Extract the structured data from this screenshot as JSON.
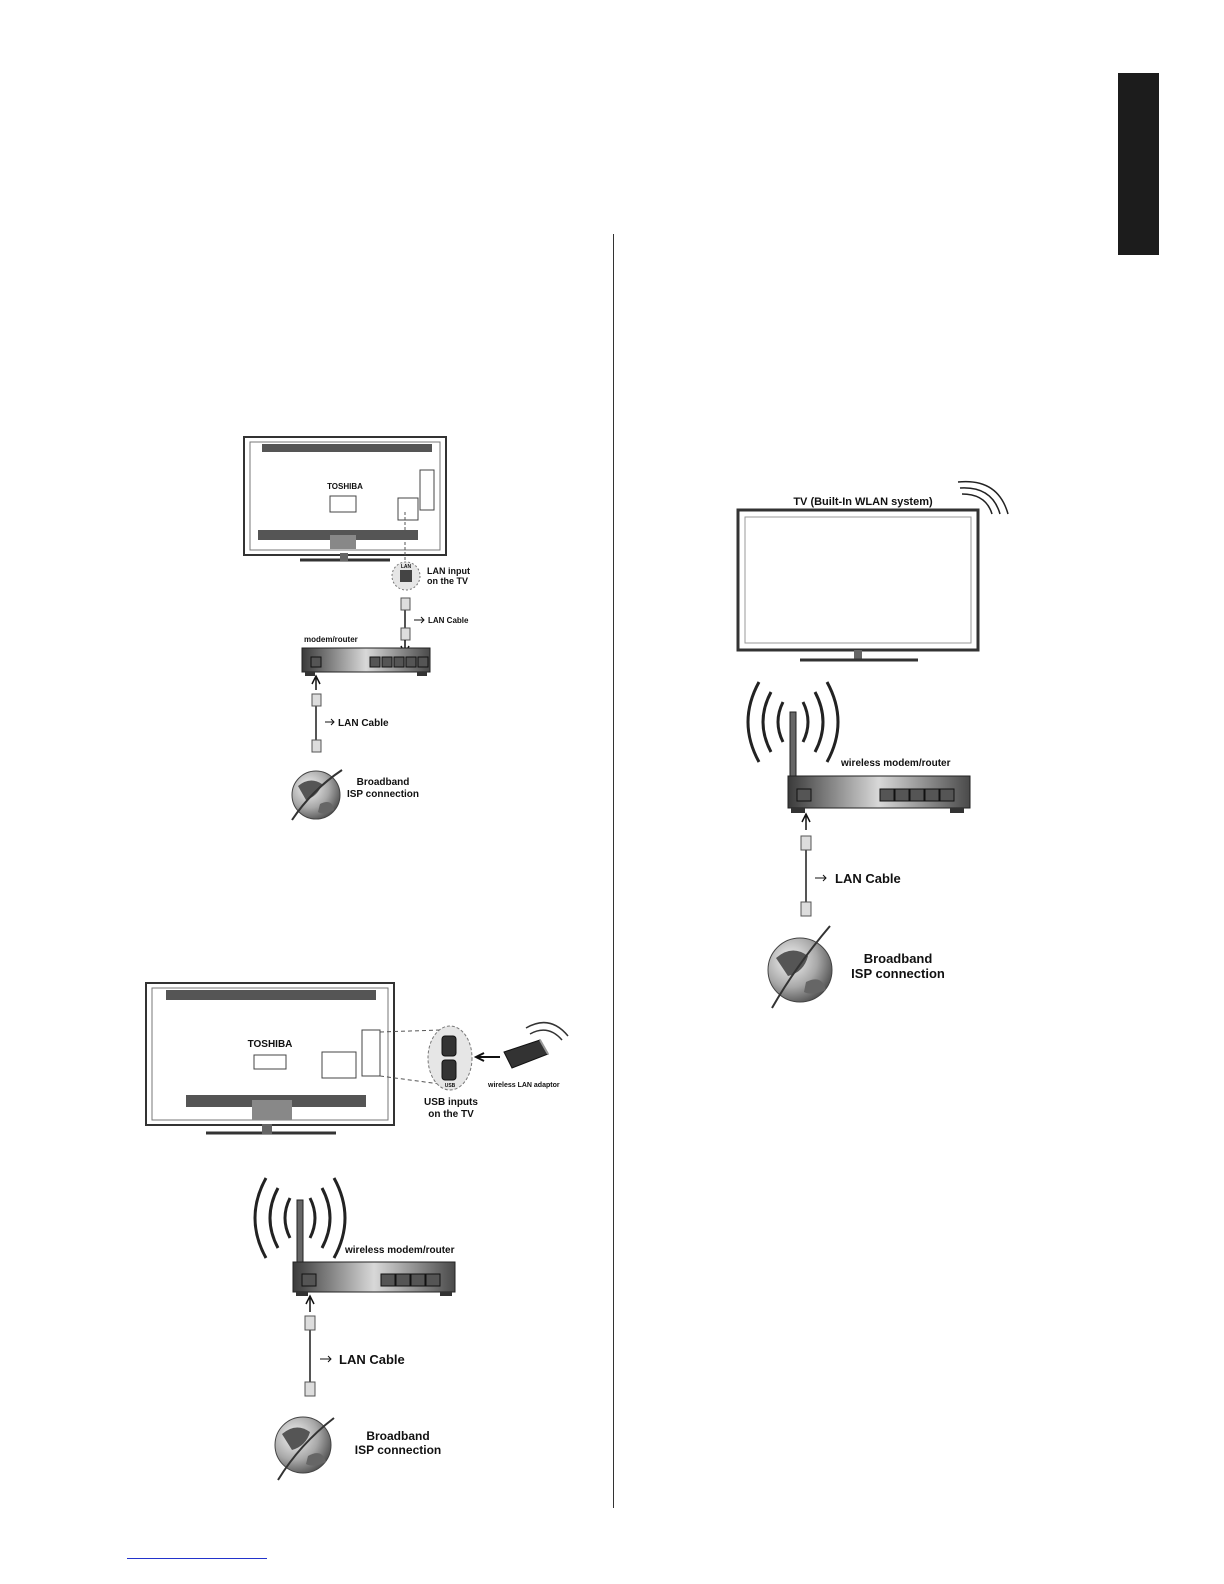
{
  "diagram1": {
    "tv_brand": "TOSHIBA",
    "lan_input_label": "LAN input",
    "lan_input_label2": "on the TV",
    "port_label": "LAN",
    "cable_label_top": "LAN Cable",
    "router_label": "modem/router",
    "cable_label_bottom": "LAN Cable",
    "isp_label_1": "Broadband",
    "isp_label_2": "ISP connection"
  },
  "diagram2": {
    "tv_brand": "TOSHIBA",
    "usb_label_1": "USB inputs",
    "usb_label_2": "on the TV",
    "port_label": "USB",
    "adaptor_label": "wireless LAN adaptor",
    "router_label": "wireless modem/router",
    "cable_label": "LAN Cable",
    "isp_label_1": "Broadband",
    "isp_label_2": "ISP connection"
  },
  "diagram3": {
    "tv_label": "TV (Built-In WLAN system)",
    "router_label": "wireless modem/router",
    "cable_label": "LAN Cable",
    "isp_label_1": "Broadband",
    "isp_label_2": "ISP connection"
  },
  "colors": {
    "side_tab": "#1c1c1c",
    "footer_link_line": "#2233cc"
  }
}
